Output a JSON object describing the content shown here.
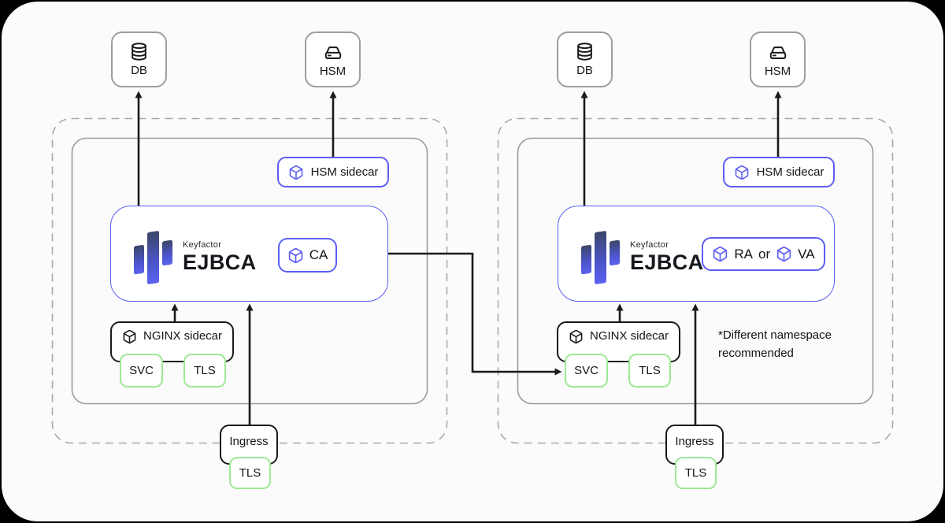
{
  "colors": {
    "accent_purple": "#5b5ef4",
    "accent_green": "#9fe895",
    "external_box_gray": "#9e9e9e",
    "line_dark": "#1a1a1a",
    "cluster_dashed_gray": "#a9a9a9",
    "namespace_solid_gray": "#9b9b9b"
  },
  "clusters": [
    {
      "db": {
        "label": "DB"
      },
      "hsm": {
        "label": "HSM"
      },
      "hsm_sidecar": {
        "label": "HSM sidecar"
      },
      "pod": {
        "brand_small": "Keyfactor",
        "brand_large": "EJBCA",
        "badge": {
          "items": [
            {
              "label": "CA"
            }
          ]
        }
      },
      "nginx_sidecar": {
        "label": "NGINX sidecar"
      },
      "svc": {
        "label": "SVC"
      },
      "tls": {
        "label": "TLS"
      },
      "ingress": {
        "label": "Ingress",
        "tls_label": "TLS"
      }
    },
    {
      "db": {
        "label": "DB"
      },
      "hsm": {
        "label": "HSM"
      },
      "hsm_sidecar": {
        "label": "HSM sidecar"
      },
      "pod": {
        "brand_small": "Keyfactor",
        "brand_large": "EJBCA",
        "badge": {
          "items": [
            {
              "label": "RA"
            },
            {
              "label": "VA"
            }
          ],
          "separator": "or"
        }
      },
      "nginx_sidecar": {
        "label": "NGINX sidecar"
      },
      "svc": {
        "label": "SVC"
      },
      "tls": {
        "label": "TLS"
      },
      "ingress": {
        "label": "Ingress",
        "tls_label": "TLS"
      },
      "note": "*Different namespace recommended"
    }
  ]
}
